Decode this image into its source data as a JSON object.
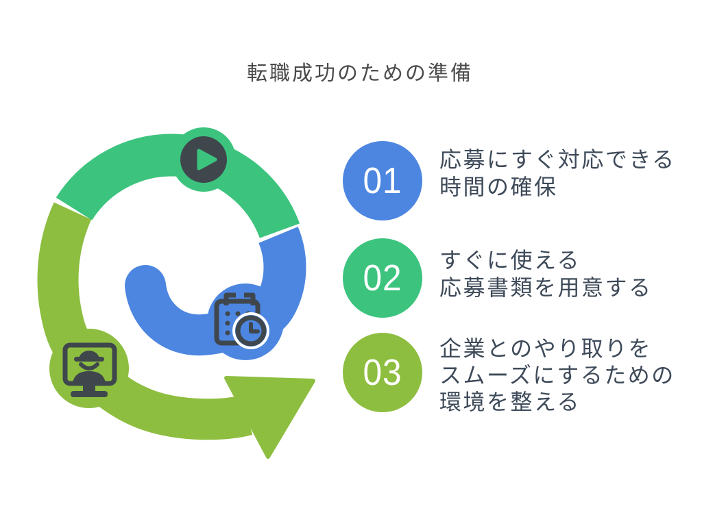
{
  "title": "転職成功のための準備",
  "colors": {
    "green": "#3CC47E",
    "blue": "#4C86E0",
    "lime": "#8DBE3F",
    "icon_dark": "#3F474D",
    "title_text": "#4B4B4B",
    "body_text": "#3E4A59",
    "background": "#FFFFFF"
  },
  "diagram": {
    "type": "cycle-arrow-spiral",
    "segments": [
      {
        "name": "green-segment",
        "color": "#3CC47E",
        "icon": "play-icon"
      },
      {
        "name": "blue-segment",
        "color": "#4C86E0",
        "icon": "calendar-clock-icon"
      },
      {
        "name": "lime-segment",
        "color": "#8DBE3F",
        "icon": "worker-monitor-icon"
      }
    ]
  },
  "steps": [
    {
      "number": "01",
      "color": "#4C86E0",
      "lines": [
        "応募にすぐ対応できる",
        "時間の確保"
      ]
    },
    {
      "number": "02",
      "color": "#3CC47E",
      "lines": [
        "すぐに使える",
        "応募書類を用意する"
      ]
    },
    {
      "number": "03",
      "color": "#8DBE3F",
      "lines": [
        "企業とのやり取りを",
        "スムーズにするための",
        "環境を整える"
      ]
    }
  ]
}
